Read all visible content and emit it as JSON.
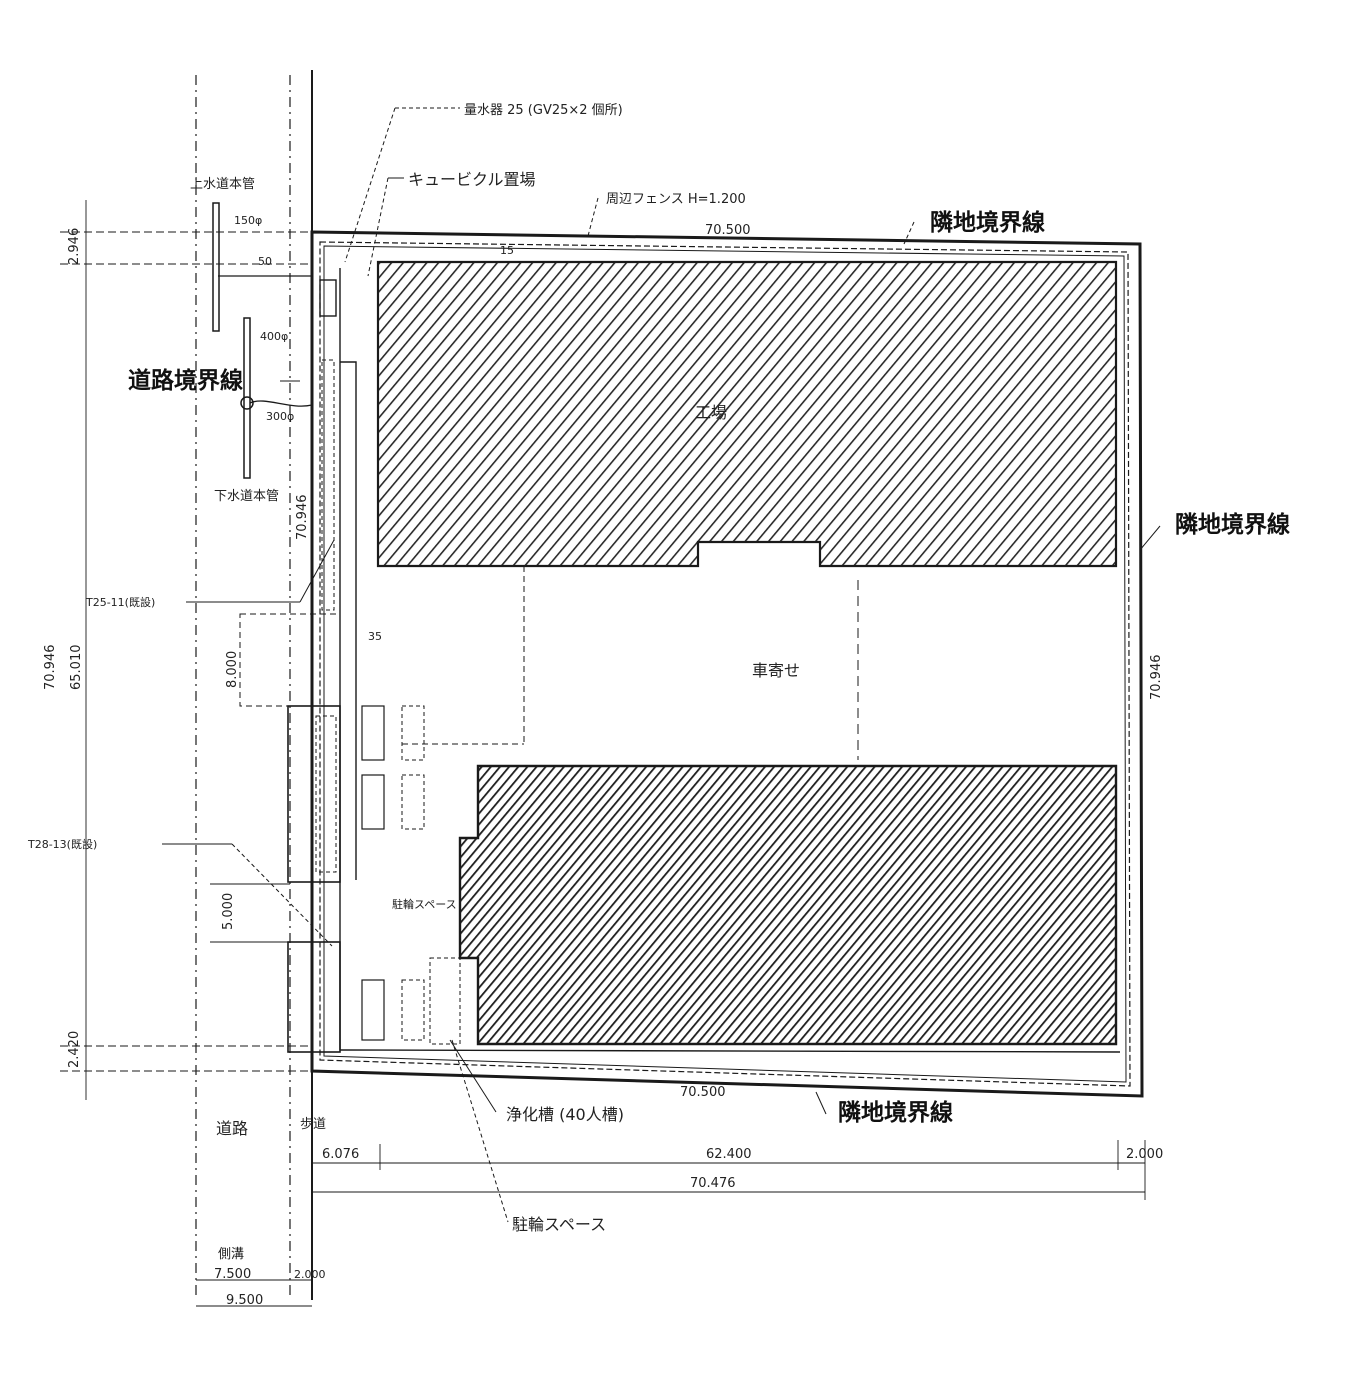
{
  "colors": {
    "ink": "#1a1a1a",
    "paper": "#ffffff",
    "hatch": "#2a2a2a"
  },
  "labels": {
    "water_meter": "量水器 25 (GV25×2 個所)",
    "cubicle": "キュービクル置場",
    "fence": "周辺フェンス H=1.200",
    "adjacent_top": "隣地境界線",
    "adjacent_right": "隣地境界線",
    "adjacent_bottom": "隣地境界線",
    "road_boundary": "道路境界線",
    "water_main": "上水道本管",
    "sewer_main": "下水道本管",
    "septic": "浄化槽 (40人槽)",
    "parking": "駐輪スペース",
    "bicycle": "駐輪スペース",
    "courtyard": "車寄せ",
    "building": "工場",
    "road": "道路",
    "sidewalk": "歩道",
    "ditch": "側溝",
    "t25": "T25-11(既設) ",
    "t28": "T28-13(既設) ",
    "d150": "150φ",
    "d50": "50",
    "d400": "400φ",
    "d300": "300φ"
  },
  "dims": {
    "top_length": "70.500",
    "bottom_length": "70.500",
    "right_length": "70.946",
    "left_length": "70.946",
    "left_outer": "70.946",
    "left_inner": "65.010",
    "left_top_small": "2.946",
    "left_bottom_small": "2.420",
    "gate_width": "8.000",
    "gate2_width": "5.000",
    "bottom_62": "62.400",
    "bottom_6": "6.076",
    "bottom_2": "2.000",
    "bottom_total": "70.476",
    "road_width": "7.500",
    "side_width": "2.000",
    "total_9": "9.500",
    "spot_a": "15",
    "spot_b": "35"
  }
}
